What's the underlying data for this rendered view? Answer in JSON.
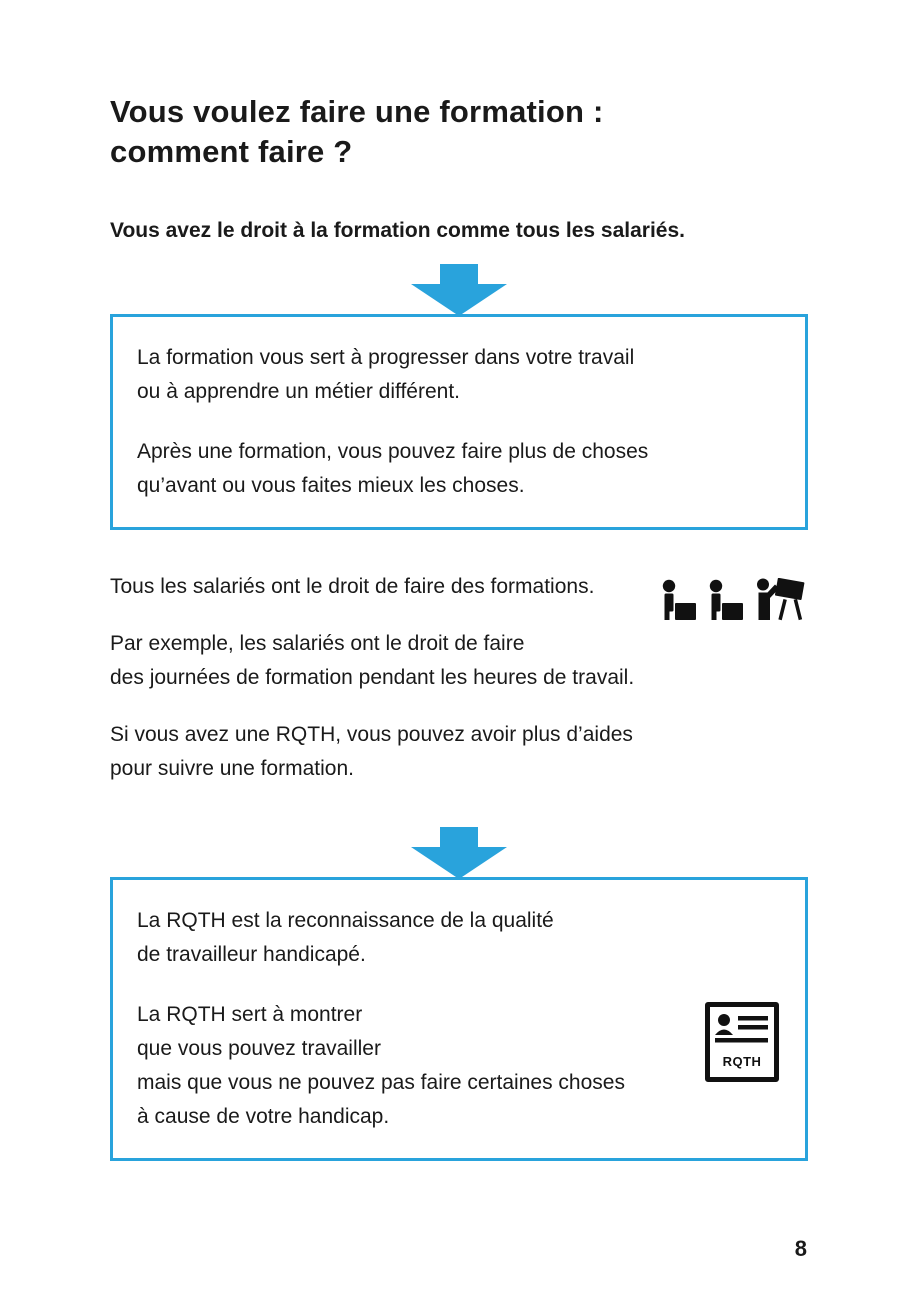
{
  "colors": {
    "accent": "#29a3dc",
    "text": "#1a1a1a",
    "icon": "#111111"
  },
  "title": "Vous voulez faire une formation :\ncomment faire ?",
  "intro": "Vous avez le droit à la formation comme tous les salariés.",
  "box1": {
    "paragraphs": [
      "La formation vous sert à progresser dans votre travail\nou à apprendre un métier différent.",
      "Après une formation, vous pouvez faire plus de choses\nqu’avant ou vous faites mieux les choses."
    ]
  },
  "body": {
    "p1": "Tous les salariés ont le droit de faire des formations.",
    "p2": "Par exemple, les salariés ont le droit de faire\ndes journées de formation pendant les heures de travail.",
    "p3": "Si vous avez une RQTH, vous pouvez avoir plus d’aides\npour suivre une formation."
  },
  "box2": {
    "p1": "La RQTH est la reconnaissance de la qualité\nde travailleur handicapé.",
    "p2": "La RQTH sert à montrer\nque vous pouvez travailler\nmais que vous ne pouvez pas faire certaines choses\nà cause de votre handicap.",
    "card_label": "RQTH"
  },
  "page_number": "8"
}
